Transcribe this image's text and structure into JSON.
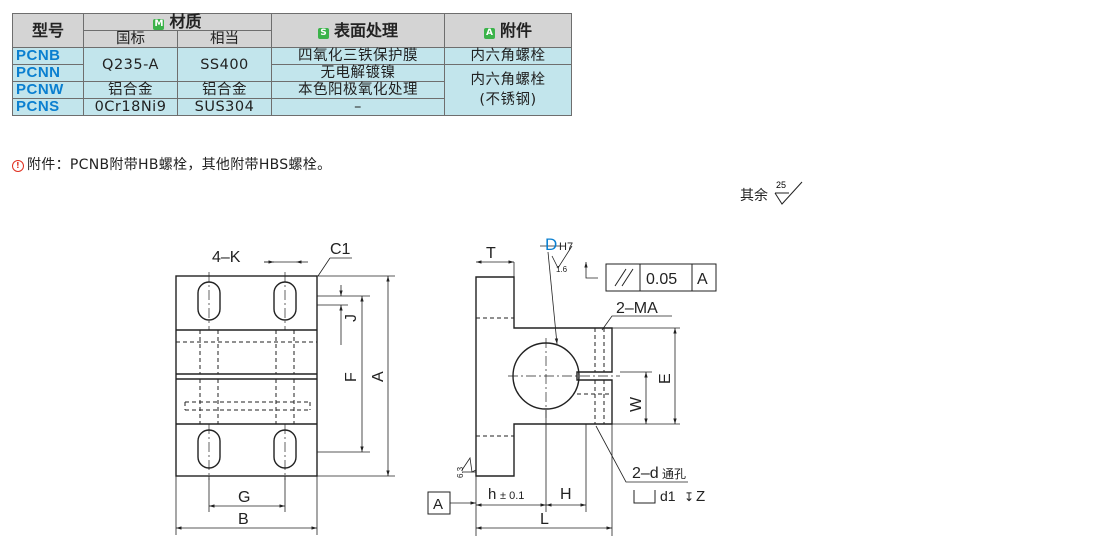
{
  "table": {
    "headers": {
      "model": "型号",
      "material": "材质",
      "material_tag": "M",
      "standard": "国标",
      "equivalent": "相当",
      "surface": "表面处理",
      "surface_tag": "S",
      "accessory": "附件",
      "accessory_tag": "A"
    },
    "rows": [
      {
        "model": "PCNB",
        "standard": "Q235-A",
        "equivalent": "SS400",
        "surface": "四氧化三铁保护膜",
        "accessory": "内六角螺栓"
      },
      {
        "model": "PCNN",
        "standard": "",
        "equivalent": "",
        "surface": "无电解镀镍",
        "accessory": "内六角螺栓"
      },
      {
        "model": "PCNW",
        "standard": "铝合金",
        "equivalent": "铝合金",
        "surface": "本色阳极氧化处理",
        "accessory": "(不锈钢)"
      },
      {
        "model": "PCNS",
        "standard": "0Cr18Ni9",
        "equivalent": "SUS304",
        "surface": "–",
        "accessory": ""
      }
    ]
  },
  "note": "附件：PCNB附带HB螺栓，其他附带HBS螺栓。",
  "rest_label": "其余",
  "rest_roughness": "25",
  "drawing": {
    "labels": {
      "four_k": "4–K",
      "c1": "C1",
      "j": "J",
      "f": "F",
      "a": "A",
      "g": "G",
      "b": "B",
      "t": "T",
      "d": "D",
      "d_tol": "H7",
      "roughness_bore": "1.6",
      "tolerance_value": "0.05",
      "tolerance_datum": "A",
      "two_ma": "2–MA",
      "e": "E",
      "w": "W",
      "roughness_base": "6.3",
      "datum_a": "A",
      "h": "h",
      "h_tol": "± 0.1",
      "big_h": "H",
      "l": "L",
      "two_d": "2–d",
      "thru": "通孔",
      "counterbore": "d1",
      "depth_z": "Z"
    }
  },
  "colors": {
    "table_header_bg": "#d4d4d4",
    "table_cell_bg": "#c2e5ec",
    "model_text": "#0a7fd0",
    "tag_green": "#3bb34a",
    "note_icon": "#e03020",
    "dimension_blue": "#0a7fd0"
  }
}
